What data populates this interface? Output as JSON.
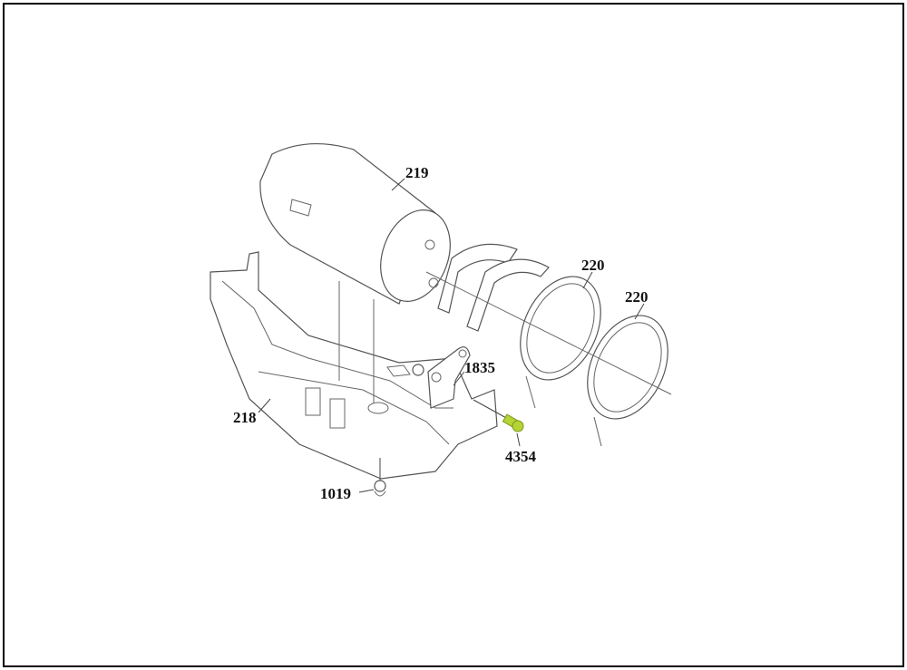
{
  "diagram": {
    "labels": {
      "tank": "219",
      "strap_1": "220",
      "strap_2": "220",
      "bracket": "1835",
      "bolt": "4354",
      "carrier": "218",
      "clip": "1019"
    },
    "highlight_color": "#b5d334"
  }
}
